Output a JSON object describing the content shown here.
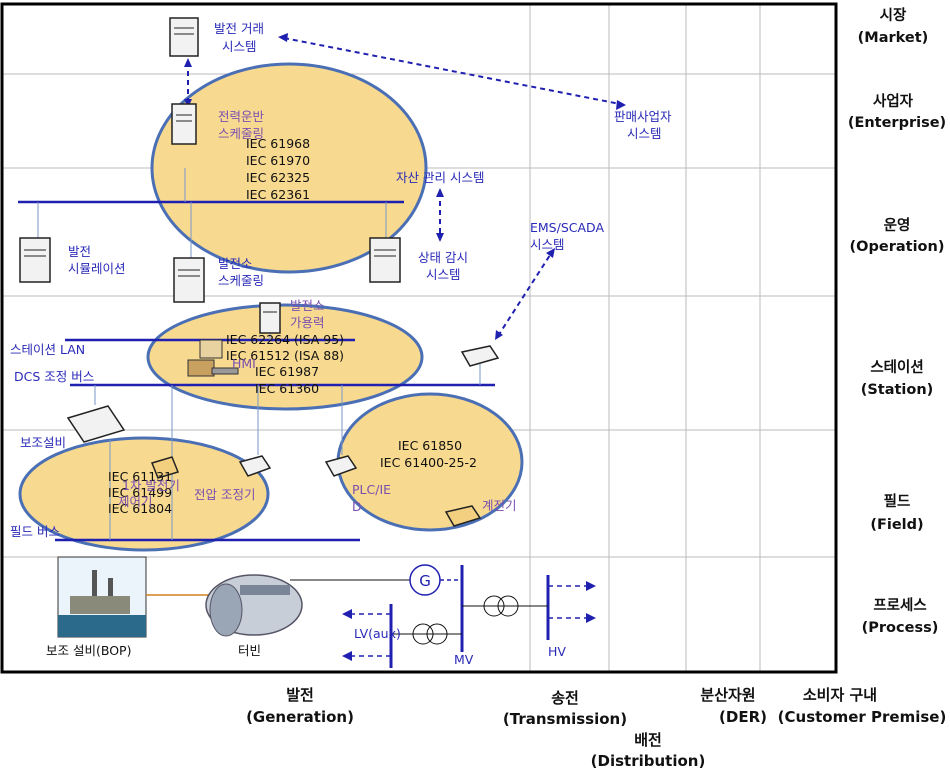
{
  "zones": [
    {
      "ko": "시장",
      "en": "(Market)"
    },
    {
      "ko": "사업자",
      "en": "(Enterprise)"
    },
    {
      "ko": "운영",
      "en": "(Operation)"
    },
    {
      "ko": "스테이션",
      "en": "(Station)"
    },
    {
      "ko": "필드",
      "en": "(Field)"
    },
    {
      "ko": "프로세스",
      "en": "(Process)"
    }
  ],
  "domains": {
    "generation": {
      "ko": "발전",
      "en": "(Generation)"
    },
    "transmission": {
      "ko": "송전",
      "en": "(Transmission)"
    },
    "distribution": {
      "ko": "배전",
      "en": "(Distribution)"
    },
    "der": {
      "ko": "분산자원",
      "en": "(DER)"
    },
    "customer": {
      "ko": "소비자 구내",
      "en": "(Customer  Premise)"
    }
  },
  "systems": {
    "trading": [
      "발전 거래",
      "시스템"
    ],
    "retailer": [
      "판매사업자",
      "시스템"
    ],
    "scheduling": [
      "전력운반",
      "스케줄링"
    ],
    "asset": "자산 관리 시스템",
    "simulation": [
      "발전",
      "시뮬레이션"
    ],
    "plant_sched": [
      "발전소",
      "스케줄링"
    ],
    "condition": [
      "상태 감시",
      "시스템"
    ],
    "ems": [
      "EMS/SCADA",
      "시스템"
    ],
    "availability": [
      "발전소",
      "가용력"
    ],
    "hmi": "HMI",
    "station_lan": "스테이션 LAN",
    "dcs_bus": "DCS 조정 버스",
    "aux": "보조설비",
    "field_bus": "필드 버스",
    "exciter": [
      "1차 발전기",
      "제어기"
    ],
    "voltage_reg": "전압 조정기",
    "plc": [
      "PLC/IE",
      "D"
    ],
    "relay": "계전기",
    "bop": "보조 설비(BOP)",
    "turbine": "터빈",
    "gen_symbol": "G",
    "lv_aux": "LV(aux)",
    "mv": "MV",
    "hv": "HV"
  },
  "standards": {
    "enterprise": [
      "IEC 61968",
      "IEC 61970",
      "IEC 62325",
      "IEC 62361"
    ],
    "station": [
      "IEC 62264 (ISA 95)",
      "IEC 61512 (ISA 88)",
      "IEC 61987",
      "IEC 61360"
    ],
    "transmission": [
      "IEC 61850",
      "IEC 61400-25-2"
    ],
    "field": [
      "IEC 61131",
      "IEC 61499",
      "IEC 61804"
    ]
  },
  "colors": {
    "ellipse_fill": "#f7d98f",
    "ellipse_stroke": "#4a6fb5",
    "bus": "#2020b0",
    "label_blue": "#2a2ab8",
    "label_purple": "#7a4fb0"
  }
}
